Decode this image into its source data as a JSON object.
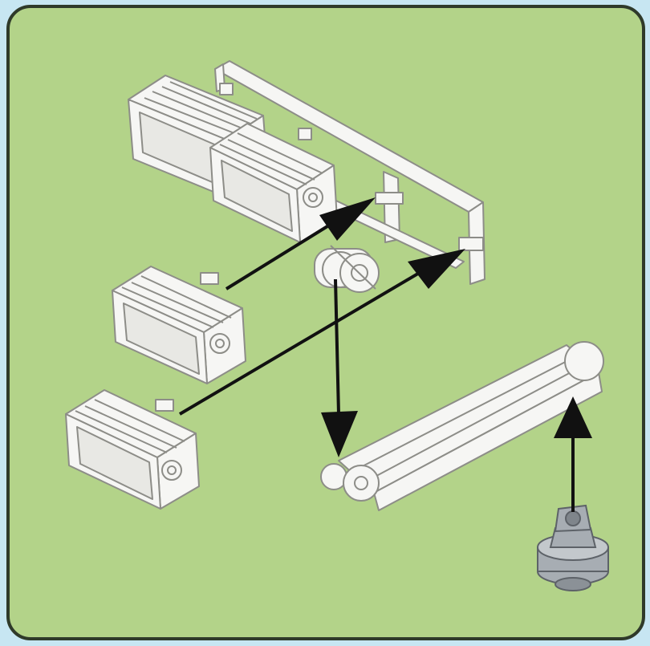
{
  "diagram": {
    "kind": "assembly-instruction",
    "background_color": "#b3d389",
    "border_color": "#2f3a2a",
    "part_color": "#f6f6f4",
    "outline_color": "#8d8d88",
    "arrow_color": "#111111",
    "mount_color": "#a7adb3",
    "parts": [
      {
        "name": "light-box",
        "count": 4
      },
      {
        "name": "light-bar-frame",
        "count": 1
      },
      {
        "name": "hinge-block",
        "count": 1
      },
      {
        "name": "support-arm",
        "count": 1
      },
      {
        "name": "tripod-mount-screw",
        "count": 1
      }
    ],
    "arrows": [
      {
        "from": "light-box-3",
        "to": "light-bar-frame"
      },
      {
        "from": "light-box-4",
        "to": "light-bar-frame"
      },
      {
        "from": "hinge-block",
        "to": "support-arm"
      },
      {
        "from": "tripod-mount-screw",
        "to": "support-arm"
      }
    ]
  }
}
